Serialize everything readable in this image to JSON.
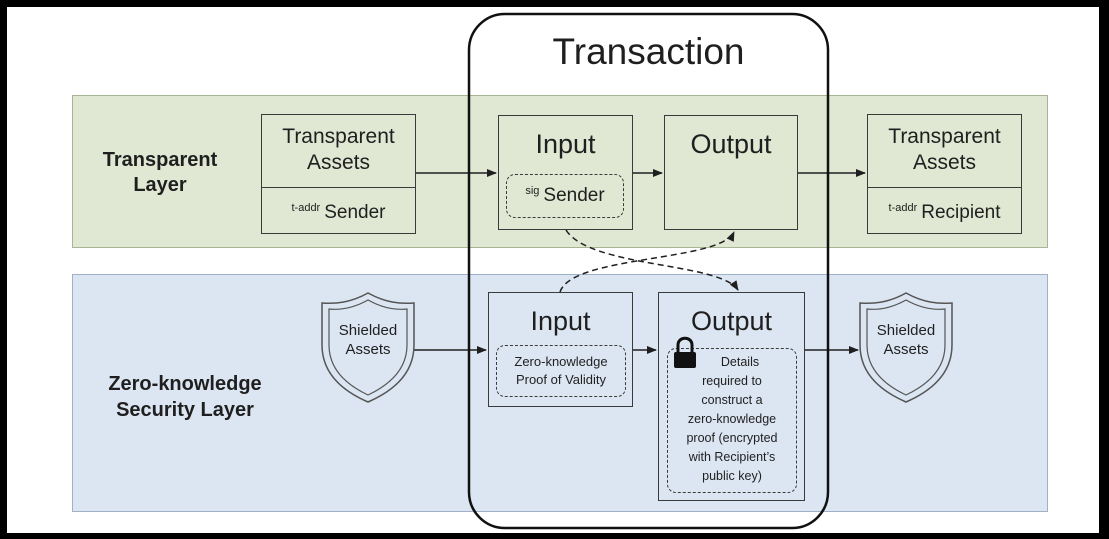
{
  "title": "Transaction",
  "layers": {
    "transparent": "Transparent Layer",
    "zk_line1": "Zero-knowledge",
    "zk_line2": "Security Layer"
  },
  "sender_assets": {
    "line1": "Transparent",
    "line2": "Assets",
    "sup": "t-addr",
    "addr": "Sender"
  },
  "recipient_assets": {
    "line1": "Transparent",
    "line2": "Assets",
    "sup": "t-addr",
    "addr": "Recipient"
  },
  "transparent_input": {
    "label": "Input",
    "sig_sup": "sig",
    "sig_label": "Sender"
  },
  "transparent_output": {
    "label": "Output"
  },
  "shielded_in": {
    "line1": "Shielded",
    "line2": "Assets"
  },
  "shielded_out": {
    "line1": "Shielded",
    "line2": "Assets"
  },
  "zk_input": {
    "label": "Input",
    "proof_line1": "Zero-knowledge",
    "proof_line2": "Proof of Validity"
  },
  "zk_output": {
    "label": "Output",
    "details": [
      "Details",
      "required to",
      "construct a",
      "zero-knowledge",
      "proof (encrypted",
      "with Recipient’s",
      "public key)"
    ]
  },
  "icons": {
    "shield": "shield-icon",
    "lock": "lock-icon"
  }
}
